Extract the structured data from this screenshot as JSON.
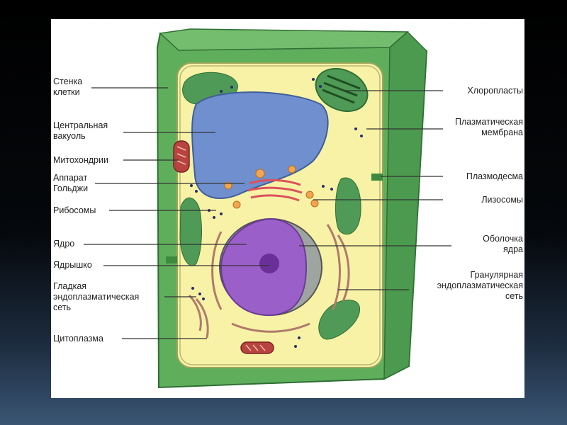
{
  "colors": {
    "wall": "#5fae5c",
    "wall_dark": "#3d8a3f",
    "cytoplasm": "#f8f2a6",
    "vacuole": "#6f8fcf",
    "nucleus": "#9b5fc9",
    "chloroplast": "#4f9a56",
    "leader": "#333333"
  },
  "labels": {
    "cell_wall": "Стенка\nклетки",
    "central_vacuole": "Центральная\nвакуоль",
    "mitochondria": "Митохондрии",
    "golgi": "Аппарат\nГольджи",
    "ribosomes": "Рибосомы",
    "nucleus": "Ядро",
    "nucleolus": "Ядрышко",
    "smooth_er": "Гладкая\nэндоплазматическая\nсеть",
    "cytoplasm": "Цитоплазма",
    "chloroplasts": "Хлоропласты",
    "plasma_membrane": "Плазматическая\nмембрана",
    "plasmodesma": "Плазмодесма",
    "lysosomes": "Лизосомы",
    "nuclear_envelope": "Оболочка\nядра",
    "rough_er": "Гранулярная\nэндоплазматическая\nсеть"
  }
}
